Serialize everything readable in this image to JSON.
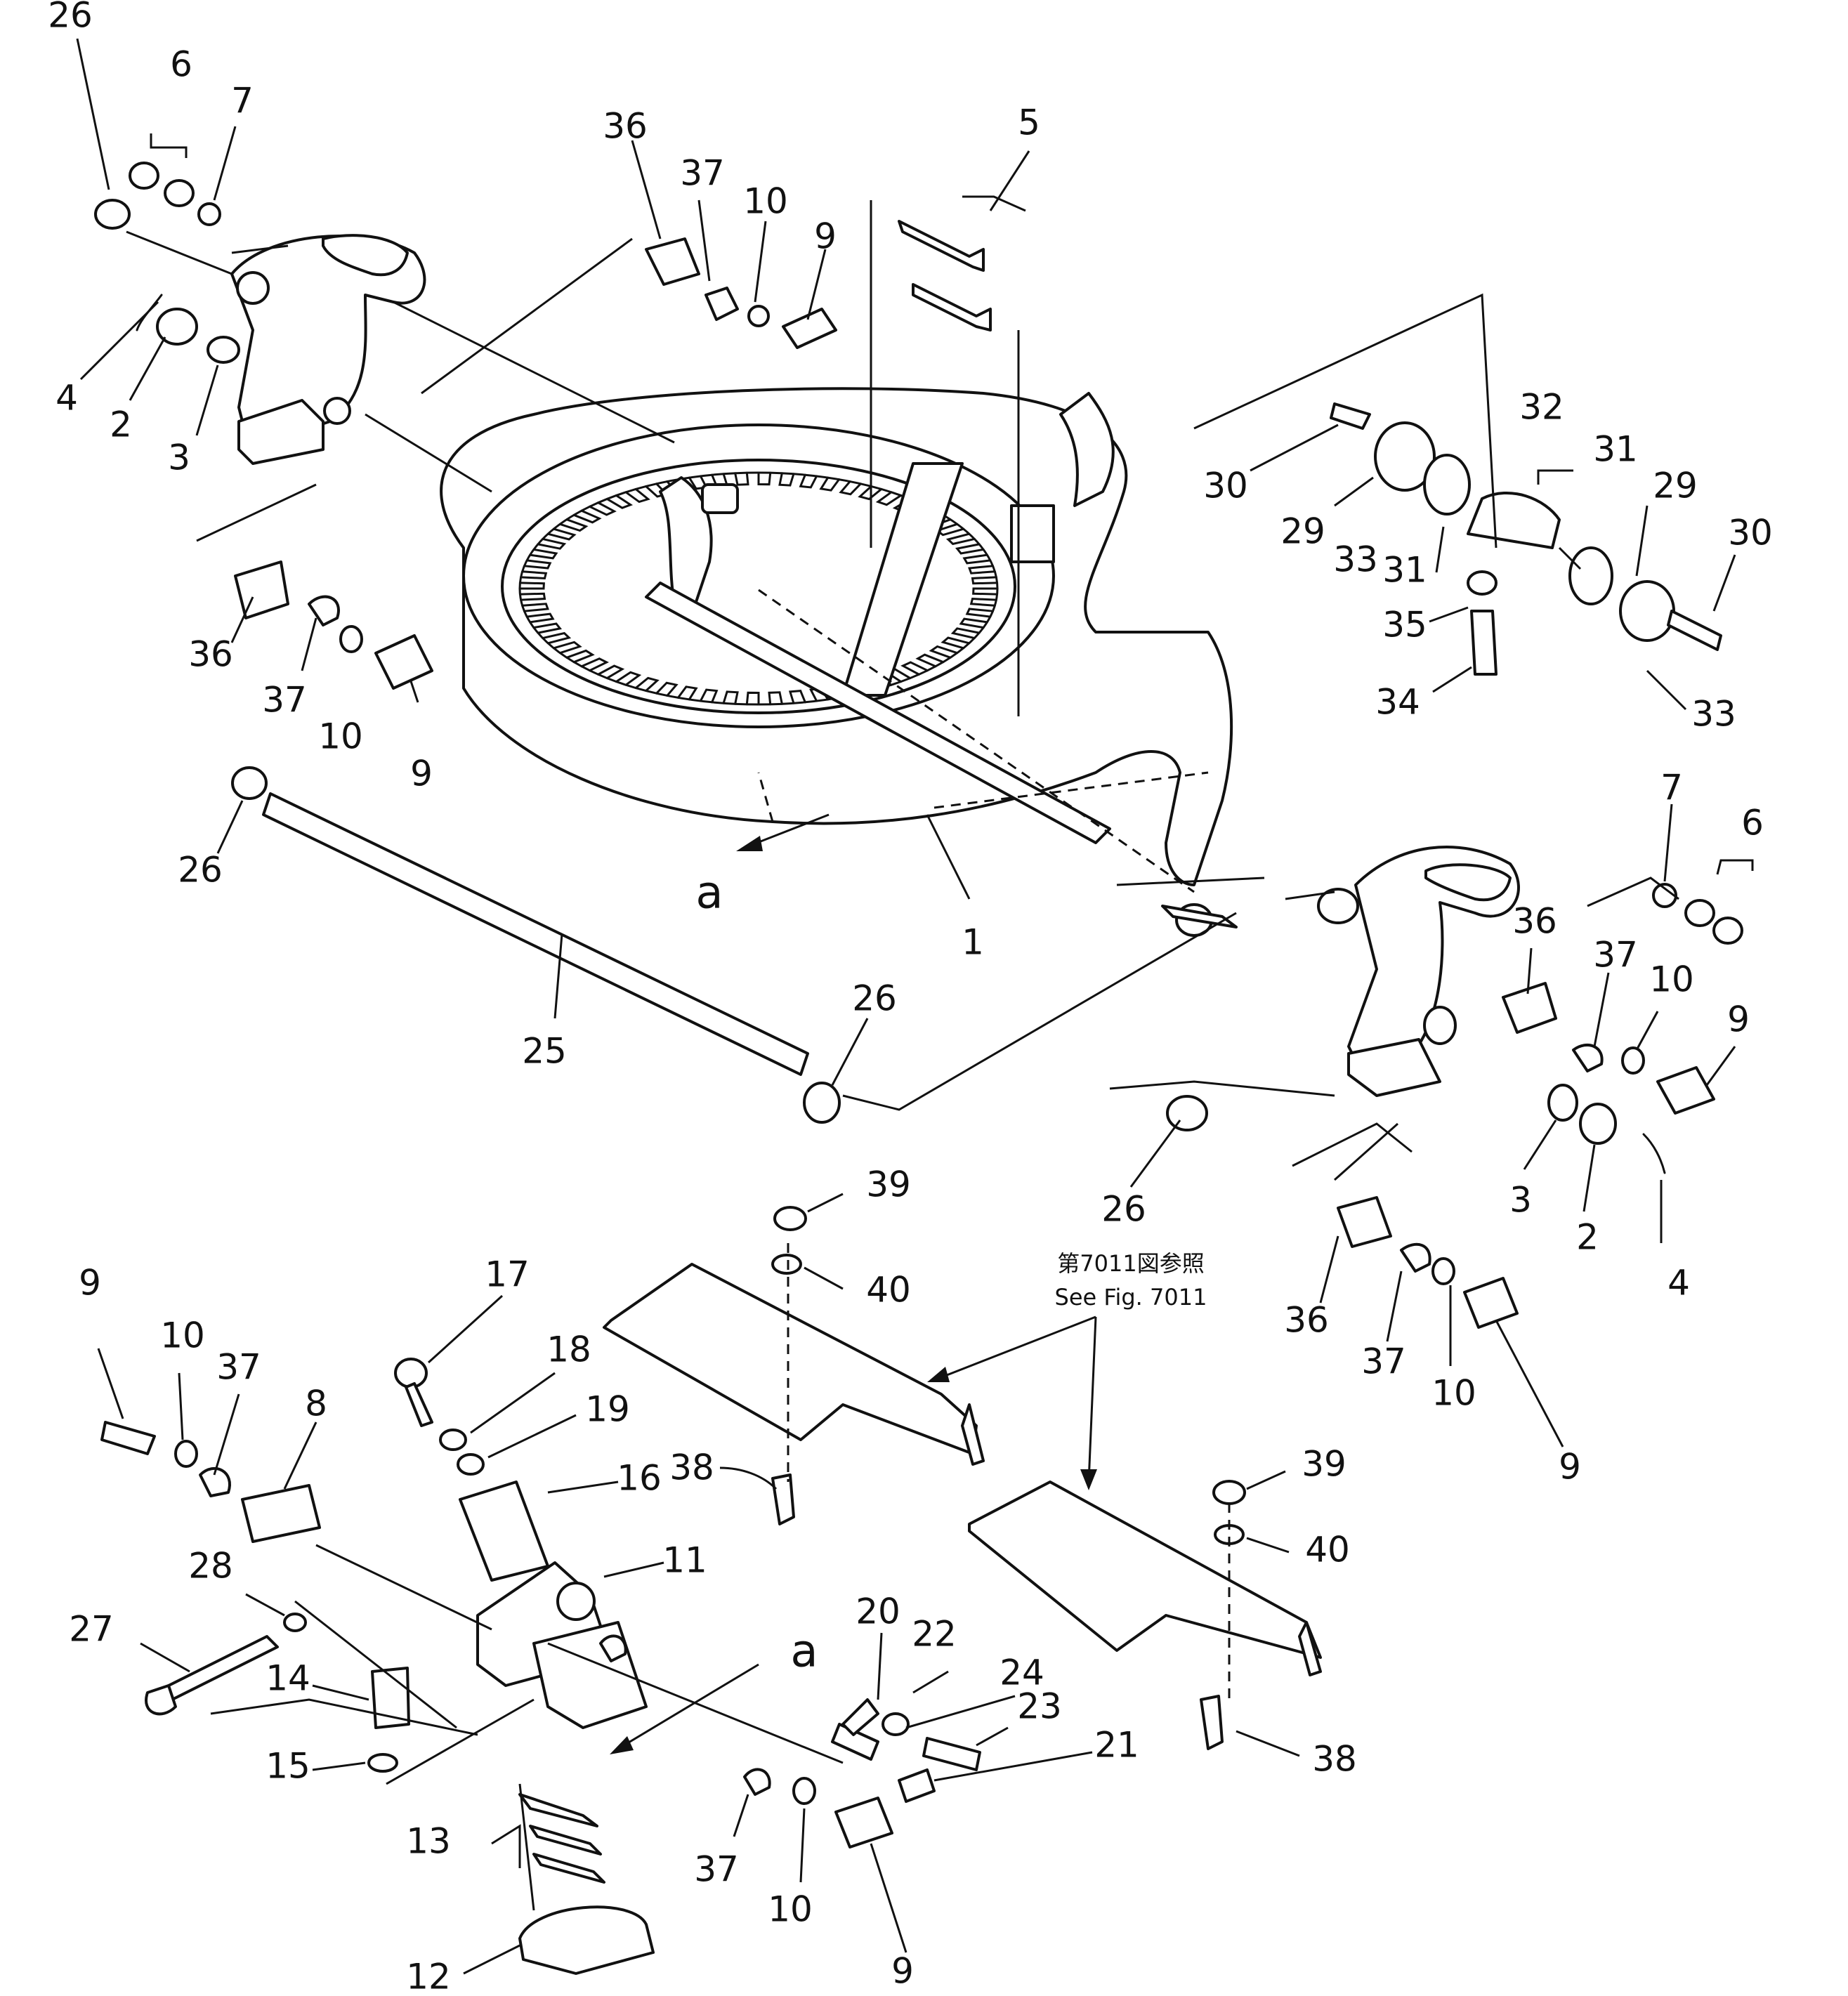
{
  "diagram": {
    "callouts": [
      {
        "id": "c1",
        "text": "26"
      },
      {
        "id": "c2",
        "text": "6"
      },
      {
        "id": "c3",
        "text": "7"
      },
      {
        "id": "c4",
        "text": "4"
      },
      {
        "id": "c5",
        "text": "2"
      },
      {
        "id": "c6",
        "text": "3"
      },
      {
        "id": "c7",
        "text": "36"
      },
      {
        "id": "c8",
        "text": "37"
      },
      {
        "id": "c9",
        "text": "10"
      },
      {
        "id": "c10",
        "text": "9"
      },
      {
        "id": "c11",
        "text": "5"
      },
      {
        "id": "c12",
        "text": "36"
      },
      {
        "id": "c13",
        "text": "37"
      },
      {
        "id": "c14",
        "text": "10"
      },
      {
        "id": "c15",
        "text": "9"
      },
      {
        "id": "c16",
        "text": "26"
      },
      {
        "id": "c17",
        "text": "25"
      },
      {
        "id": "c18",
        "text": "26"
      },
      {
        "id": "c19",
        "text": "1"
      },
      {
        "id": "c20",
        "text": "30"
      },
      {
        "id": "c21",
        "text": "29"
      },
      {
        "id": "c22",
        "text": "33"
      },
      {
        "id": "c23",
        "text": "31"
      },
      {
        "id": "c24",
        "text": "32"
      },
      {
        "id": "c25",
        "text": "31"
      },
      {
        "id": "c26",
        "text": "29"
      },
      {
        "id": "c27",
        "text": "30"
      },
      {
        "id": "c28",
        "text": "35"
      },
      {
        "id": "c29",
        "text": "34"
      },
      {
        "id": "c30",
        "text": "33"
      },
      {
        "id": "c31",
        "text": "7"
      },
      {
        "id": "c32",
        "text": "6"
      },
      {
        "id": "c33",
        "text": "36"
      },
      {
        "id": "c34",
        "text": "37"
      },
      {
        "id": "c35",
        "text": "10"
      },
      {
        "id": "c36",
        "text": "9"
      },
      {
        "id": "c37",
        "text": "26"
      },
      {
        "id": "c38",
        "text": "3"
      },
      {
        "id": "c39",
        "text": "2"
      },
      {
        "id": "c40",
        "text": "4"
      },
      {
        "id": "c41",
        "text": "36"
      },
      {
        "id": "c42",
        "text": "37"
      },
      {
        "id": "c43",
        "text": "10"
      },
      {
        "id": "c44",
        "text": "9"
      },
      {
        "id": "c45",
        "text": "39"
      },
      {
        "id": "c46",
        "text": "40"
      },
      {
        "id": "c47",
        "text": "38"
      },
      {
        "id": "c48",
        "text": "39"
      },
      {
        "id": "c49",
        "text": "40"
      },
      {
        "id": "c50",
        "text": "38"
      },
      {
        "id": "c51",
        "text": "9"
      },
      {
        "id": "c52",
        "text": "10"
      },
      {
        "id": "c53",
        "text": "37"
      },
      {
        "id": "c54",
        "text": "8"
      },
      {
        "id": "c55",
        "text": "17"
      },
      {
        "id": "c56",
        "text": "18"
      },
      {
        "id": "c57",
        "text": "19"
      },
      {
        "id": "c58",
        "text": "16"
      },
      {
        "id": "c59",
        "text": "11"
      },
      {
        "id": "c60",
        "text": "28"
      },
      {
        "id": "c61",
        "text": "27"
      },
      {
        "id": "c62",
        "text": "14"
      },
      {
        "id": "c63",
        "text": "15"
      },
      {
        "id": "c64",
        "text": "13"
      },
      {
        "id": "c65",
        "text": "12"
      },
      {
        "id": "c66",
        "text": "37"
      },
      {
        "id": "c67",
        "text": "10"
      },
      {
        "id": "c68",
        "text": "9"
      },
      {
        "id": "c69",
        "text": "20"
      },
      {
        "id": "c70",
        "text": "22"
      },
      {
        "id": "c71",
        "text": "24"
      },
      {
        "id": "c72",
        "text": "23"
      },
      {
        "id": "c73",
        "text": "21"
      }
    ],
    "view_markers": [
      {
        "id": "m1",
        "text": "a"
      },
      {
        "id": "m2",
        "text": "a"
      }
    ],
    "reference_note": {
      "japanese": "第7011図参照",
      "english": "See Fig. 7011"
    }
  }
}
